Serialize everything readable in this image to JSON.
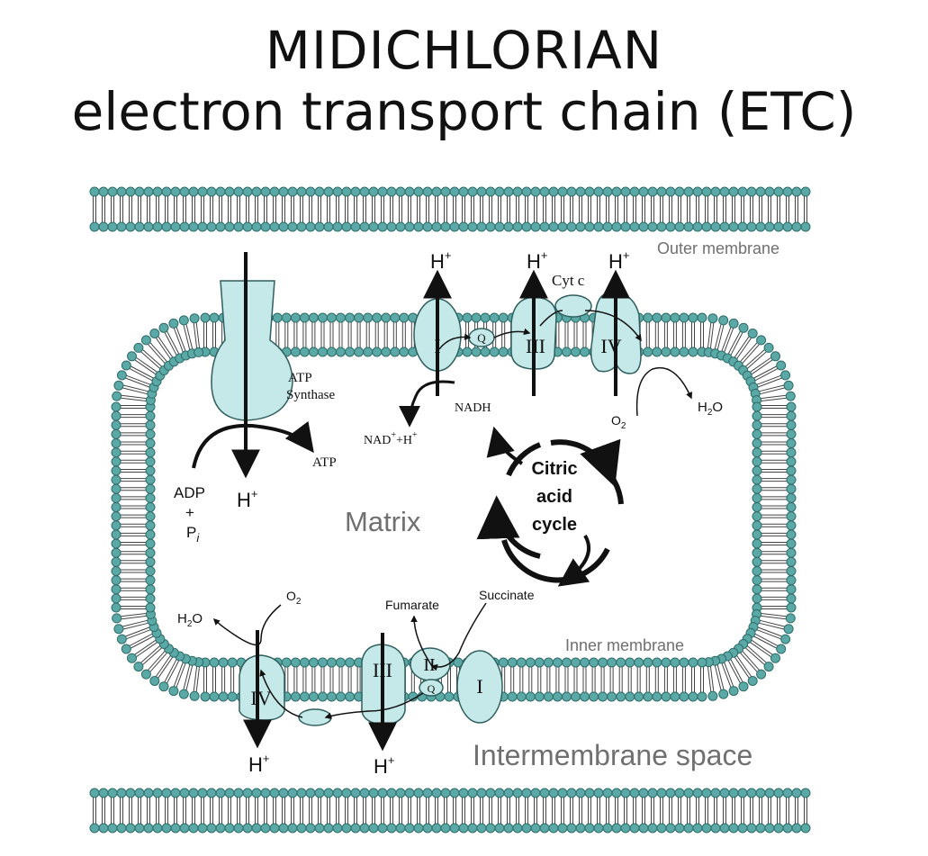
{
  "title": {
    "line1": "MIDICHLORIAN",
    "line2": "electron transport chain (ETC)"
  },
  "labels": {
    "outer_membrane": "Outer membrane",
    "inner_membrane": "Inner membrane",
    "intermembrane_space": "Intermembrane space",
    "matrix": "Matrix",
    "atp_synthase_1": "ATP",
    "atp_synthase_2": "Synthase",
    "atp": "ATP",
    "adp": "ADP",
    "plus": "+",
    "pi": "P",
    "pi_sub": "i",
    "h": "H",
    "h_sup": "+",
    "nadh": "NADH",
    "nad": "NAD",
    "nad_rest": "+H",
    "cyt_c": "Cyt c",
    "o2": "O",
    "o2_sub": "2",
    "h2o_h": "H",
    "h2o_sub": "2",
    "h2o_o": "O",
    "citric_1": "Citric",
    "citric_2": "acid",
    "citric_3": "cycle",
    "succinate": "Succinate",
    "fumarate": "Fumarate"
  },
  "complexes": {
    "i": "I",
    "ii": "II",
    "iii": "III",
    "iv": "IV",
    "q": "Q"
  },
  "colors": {
    "membrane_bead": "#5aa9a6",
    "membrane_bead_stroke": "#2f6d6b",
    "protein_fill": "#c5e8e8",
    "protein_stroke": "#2f5f5e",
    "label_grey": "#707070",
    "ink": "#111111"
  }
}
